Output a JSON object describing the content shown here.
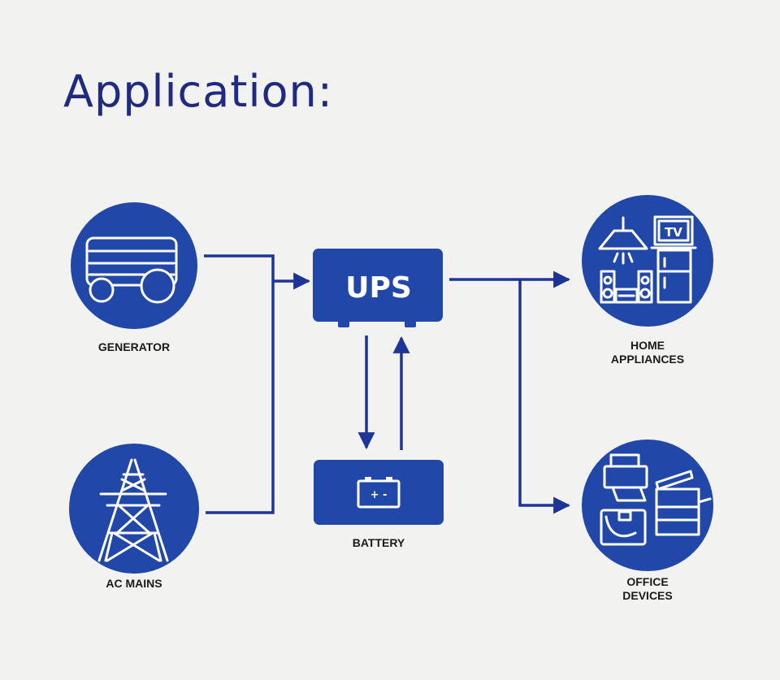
{
  "title": "Application:",
  "nodes": {
    "generator": {
      "label": "GENERATOR",
      "icon": "generator-icon"
    },
    "ac_mains": {
      "label": "AC MAINS",
      "icon": "transmission-tower-icon"
    },
    "ups": {
      "label": "UPS"
    },
    "battery": {
      "label": "BATTERY",
      "icon": "battery-icon",
      "icon_symbols": "+ -"
    },
    "home_appliances": {
      "label_lines": [
        "HOME",
        "APPLIANCES"
      ],
      "icon": "home-appliances-icon",
      "icon_text": "TV"
    },
    "office_devices": {
      "label_lines": [
        "OFFICE",
        "DEVICES"
      ],
      "icon": "office-devices-icon"
    }
  },
  "colors": {
    "primary_blue": "#2147a8",
    "line_blue": "#1d3596",
    "title_blue": "#1f2a80",
    "background": "#f2f2f0"
  }
}
